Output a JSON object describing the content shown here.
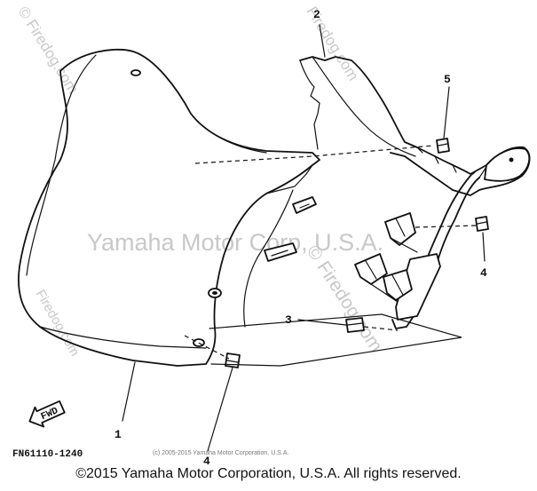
{
  "diagram": {
    "callouts": [
      "1",
      "2",
      "3",
      "4",
      "4",
      "5"
    ],
    "arrow_label": "FWD",
    "figure_code": "FN61110-1240",
    "watermark_main": "Yamaha Motor Corp, U.S.A.",
    "watermark_site": "© Firedog.com",
    "watermark_site_side": "© Firedog.com",
    "watermark_site_bottom": "Firedog.com",
    "small_copyright": "(c) 2005-2015 Yamaha Motor Corporation, U.S.A."
  },
  "footer": {
    "copyright": "©2015 Yamaha Motor Corporation, U.S.A. All rights reserved."
  }
}
